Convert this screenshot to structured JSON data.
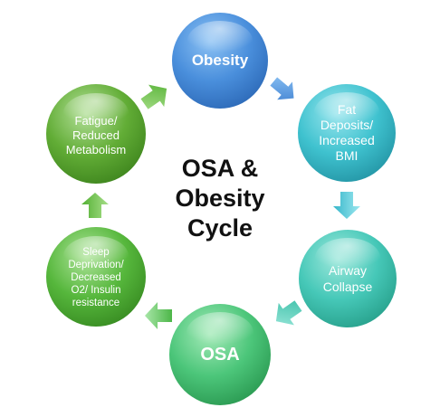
{
  "title_lines": [
    "OSA &",
    "Obesity",
    "Cycle"
  ],
  "nodes": [
    {
      "id": "obesity",
      "lines": [
        "Obesity"
      ],
      "color": "#4a8fdc",
      "bold": true
    },
    {
      "id": "fat-deposits",
      "lines": [
        "Fat",
        "Deposits/",
        "Increased",
        "BMI"
      ],
      "color": "#3fc2cf",
      "bold": false
    },
    {
      "id": "airway-collapse",
      "lines": [
        "Airway",
        "Collapse"
      ],
      "color": "#46c8b8",
      "bold": false
    },
    {
      "id": "osa",
      "lines": [
        "OSA"
      ],
      "color": "#4cc67a",
      "bold": true
    },
    {
      "id": "sleep-deprivation",
      "lines": [
        "Sleep",
        "Deprivation/",
        "Decreased",
        "O2/ Insulin",
        "resistance"
      ],
      "color": "#56b73c",
      "bold": false
    },
    {
      "id": "fatigue",
      "lines": [
        "Fatigue/",
        "Reduced",
        "Metabolism"
      ],
      "color": "#62ad36",
      "bold": false
    }
  ],
  "colors": {
    "arrow_blue": "#4a8fdc",
    "arrow_teal": "#40c4d6",
    "arrow_teal_green": "#46c8b0",
    "arrow_green": "#56c050",
    "arrow_leaf": "#5cb83a"
  }
}
